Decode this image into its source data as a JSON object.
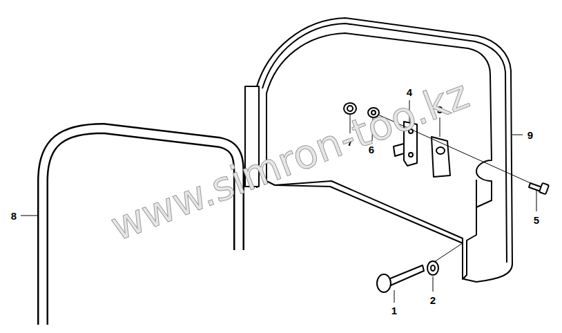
{
  "diagram": {
    "labels": [
      "1",
      "2",
      "3",
      "4",
      "5",
      "6",
      "7",
      "8",
      "9",
      "www.simron-too.kz"
    ]
  }
}
